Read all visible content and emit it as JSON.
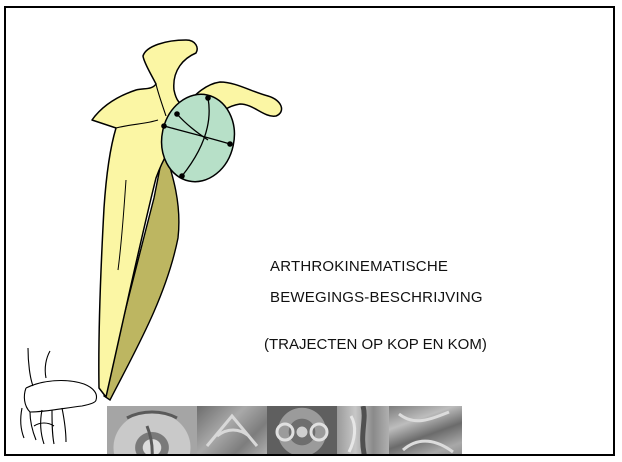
{
  "slide": {
    "title_line1": "ARTHROKINEMATISCHE",
    "title_line2": "BEWEGINGS-BESCHRIJVING",
    "subtitle": "(TRAJECTEN OP KOP EN KOM)"
  },
  "colors": {
    "scapula_fill": "#fbf6a4",
    "scapula_shadow": "#bdb661",
    "glenoid_fill": "#b7e0c8",
    "outline": "#000000"
  },
  "thumbnails": [
    "xray-thumb-1",
    "xray-thumb-2",
    "xray-thumb-3",
    "xray-thumb-4",
    "xray-thumb-5"
  ]
}
